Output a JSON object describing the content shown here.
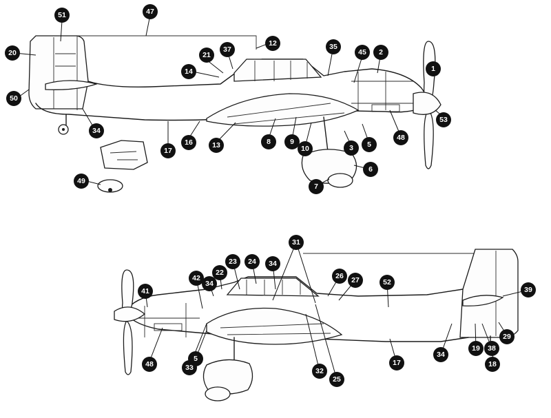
{
  "views": [
    {
      "id": "upper-view",
      "callouts": [
        "51",
        "47",
        "20",
        "12",
        "21",
        "37",
        "35",
        "45",
        "2",
        "14",
        "1",
        "50",
        "34",
        "16",
        "13",
        "8",
        "9",
        "10",
        "3",
        "5",
        "48",
        "53",
        "17",
        "6",
        "7",
        "49"
      ]
    },
    {
      "id": "lower-view",
      "callouts": [
        "31",
        "23",
        "24",
        "34",
        "22",
        "42",
        "34",
        "26",
        "27",
        "52",
        "41",
        "39",
        "48",
        "33",
        "5",
        "32",
        "25",
        "17",
        "34",
        "19",
        "38",
        "29",
        "18"
      ]
    }
  ]
}
